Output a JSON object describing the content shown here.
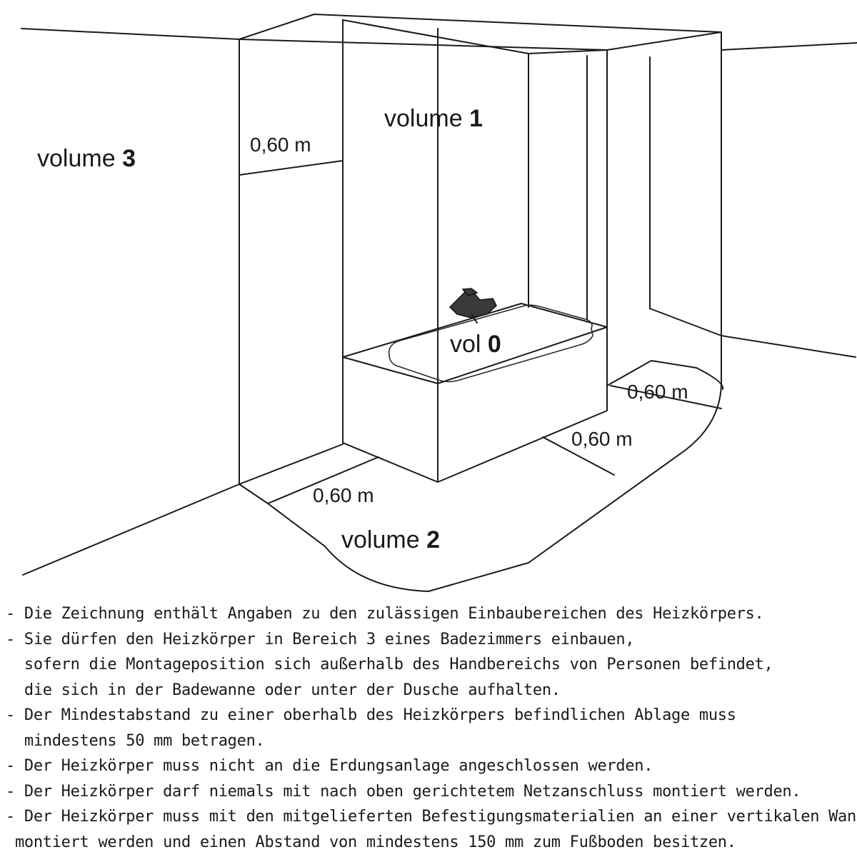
{
  "diagram": {
    "zone_word": "volume",
    "vol_word": "vol",
    "zones": {
      "volume_1_num": "1",
      "volume_2_num": "2",
      "volume_3_num": "3",
      "vol_0_num": "0"
    },
    "dimensions": {
      "upper_left": "0,60 m",
      "right_side": "0,60 m",
      "front_right": "0,60 m",
      "front_left": "0,60 m"
    }
  },
  "notes": [
    {
      "line": "- Die Zeichnung enthält Angaben zu den zulässigen Einbaubereichen des Heizkörpers."
    },
    {
      "line": "- Sie dürfen den Heizkörper in Bereich 3 eines Badezimmers einbauen,"
    },
    {
      "line": "  sofern die Montageposition sich außerhalb des Handbereichs von Personen befindet,"
    },
    {
      "line": "  die sich in der Badewanne oder unter der Dusche aufhalten."
    },
    {
      "line": "- Der Mindestabstand zu einer oberhalb des Heizkörpers befindlichen Ablage muss"
    },
    {
      "line": "  mindestens 50 mm betragen."
    },
    {
      "line": "- Der Heizkörper muss nicht an die Erdungsanlage angeschlossen werden."
    },
    {
      "line": "- Der Heizkörper darf niemals mit nach oben gerichtetem Netzanschluss montiert werden."
    },
    {
      "line": "- Der Heizkörper muss mit den mitgelieferten Befestigungsmaterialien an einer vertikalen Wand"
    },
    {
      "line": " montiert werden und einen Abstand von mindestens 150 mm zum Fußboden besitzen."
    }
  ]
}
